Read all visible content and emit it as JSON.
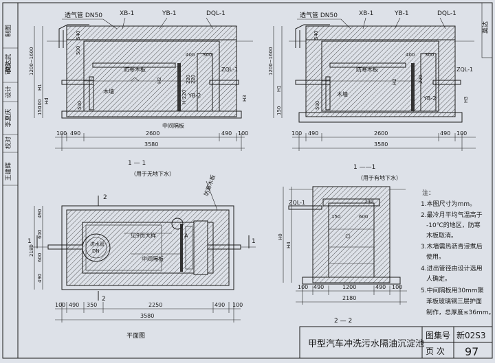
{
  "left_strip": {
    "labels": [
      "审核",
      "王建辉",
      "校对",
      "李夏庆",
      "设计",
      "莫达武",
      "制图"
    ],
    "right_label": "莫达"
  },
  "section_left": {
    "callouts": {
      "vent": "透气管 DN50",
      "xb": "XB-1",
      "yb": "YB-1",
      "dql": "DQL-1",
      "zql": "ZQL-1",
      "yb2": "YB-2",
      "board": "防寒木板",
      "wood": "木墙",
      "partition": "中间隔板"
    },
    "dims": {
      "d540": "540",
      "d500": "500",
      "d400": "400",
      "d300": "300",
      "d220a": "220",
      "d220b": "220",
      "d1200": "1200~1600",
      "dh1": "H1",
      "dh2": "H2",
      "dh3": "H3",
      "dhd": "Hd",
      "d500b": "500",
      "d100": "100",
      "d150": "150",
      "h220": "H-220"
    },
    "bottom": {
      "a": "100",
      "b": "490",
      "c": "2600",
      "d": "490",
      "e": "100",
      "total": "3580"
    },
    "title": "1 — 1",
    "subtitle": "（用于无地下水）"
  },
  "section_right": {
    "callouts": {
      "vent": "透气管 DN50",
      "xb": "XB-1",
      "yb": "YB-1",
      "dql": "DQL-1",
      "zql": "ZQL-1",
      "yb2": "YB-2",
      "board": "防寒木板",
      "wood": "木墙"
    },
    "dims": {
      "d540": "540",
      "d400": "400",
      "d300": "300",
      "d220": "220",
      "d1200": "1200~1600",
      "dh1": "H1",
      "dh2": "H2",
      "dh3": "H3",
      "d500": "500",
      "d150": "150"
    },
    "bottom": {
      "a": "100",
      "b": "490",
      "c": "2600",
      "d": "490",
      "e": "100",
      "total": "3580"
    },
    "title": "1 ——1",
    "subtitle": "（用于有地下水）"
  },
  "plan": {
    "callouts": {
      "board": "防寒木板",
      "ladder": "见9页大样",
      "partition": "中间隔板",
      "ca": "A"
    },
    "marks": {
      "sec2top": "2",
      "sec2bot": "2",
      "sec1left": "1",
      "sec1right": "1",
      "pipe": "进水管",
      "dn": "DN"
    },
    "side_dims": [
      "490",
      "600",
      "600",
      "490"
    ],
    "side_total": "2180",
    "bottom": {
      "a": "100",
      "b": "490",
      "c": "350",
      "d": "2250",
      "e": "490",
      "f": "100",
      "total": "3580"
    },
    "title": "平面图"
  },
  "section_22": {
    "callouts": {
      "zql": "ZQL-1",
      "d150": "150",
      "d600": "600",
      "d230": "230",
      "ho": "H0",
      "dh4": "H4"
    },
    "bottom": {
      "a": "100",
      "b": "490",
      "c": "1200",
      "d": "490",
      "e": "100",
      "total": "2180"
    },
    "title": "2 — 2"
  },
  "notes": {
    "head": "注：",
    "items": [
      "1.本图尺寸为mm。",
      "2.最冷月平均气温高于",
      "-10℃的地区，防寒",
      "木板取消。",
      "3.木墙需热沥青浸煮后",
      "使用。",
      "4.进出管径由设计选用",
      "人确定。",
      "5.中间隔板用30mm聚",
      "苯板玻璃钢三层护面",
      "制作，总厚度≤36mm。"
    ]
  },
  "title_block": {
    "title": "甲型汽车冲洗污水隔油沉淀池",
    "atlas_label": "图集号",
    "atlas_value": "新02S3",
    "page_label": "页 次",
    "page_value": "97"
  }
}
